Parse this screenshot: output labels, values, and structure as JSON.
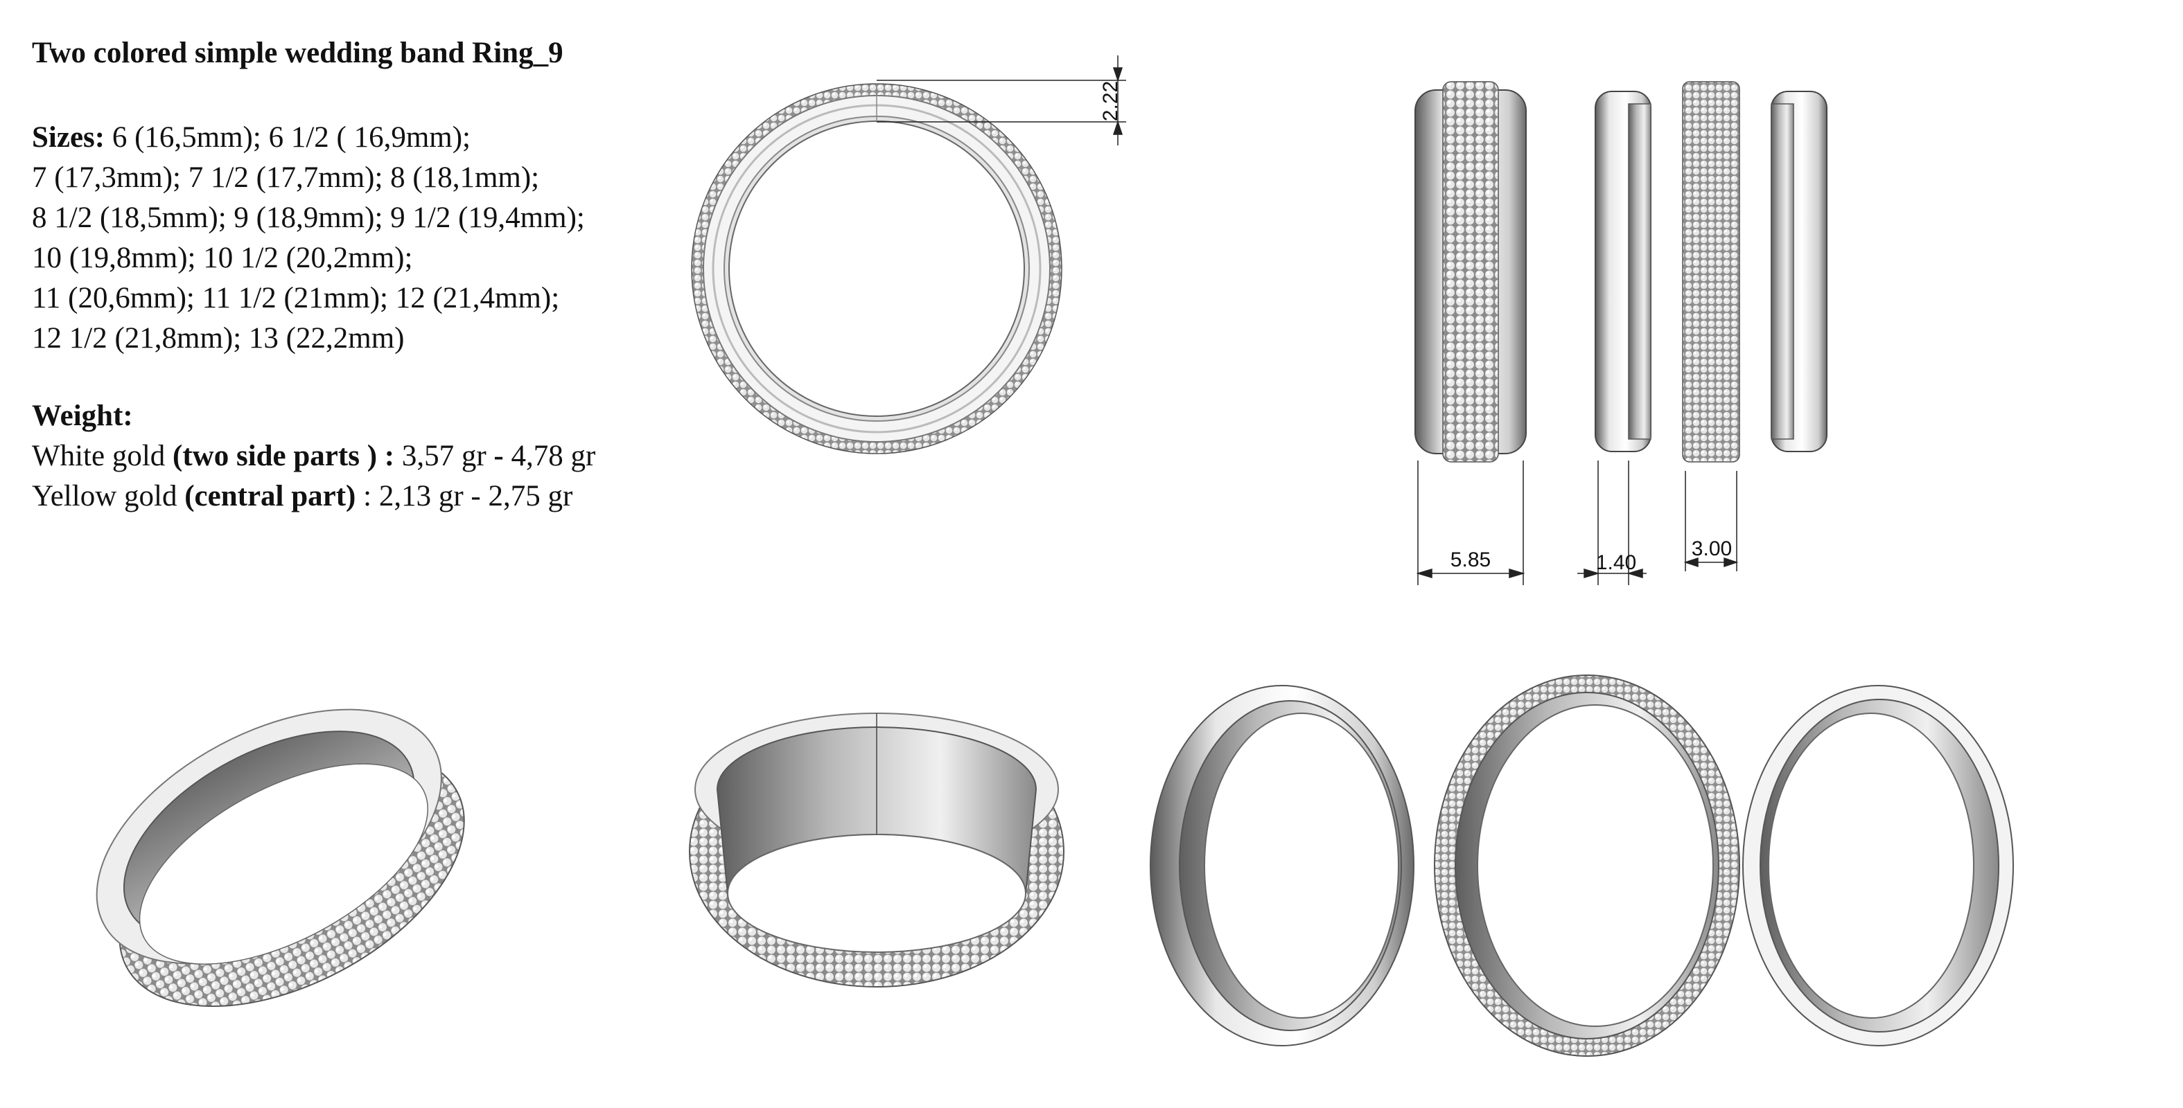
{
  "title": "Two colored simple wedding band Ring_9",
  "sizes": {
    "label": "Sizes:",
    "line1": "6 (16,5mm); 6 1/2 ( 16,9mm);",
    "line2": "7 (17,3mm); 7 1/2 (17,7mm); 8 (18,1mm);",
    "line3": "8 1/2 (18,5mm); 9 (18,9mm); 9 1/2 (19,4mm);",
    "line4": "10 (19,8mm); 10 1/2 (20,2mm);",
    "line5": "11 (20,6mm); 11 1/2 (21mm); 12 (21,4mm);",
    "line6": "12 1/2 (21,8mm); 13 (22,2mm)"
  },
  "weight": {
    "label": "Weight:",
    "white_prefix": "White gold ",
    "white_part": "(two side parts ) :",
    "white_value": " 3,57 gr ",
    "white_dash": "-",
    "white_value2": " 4,78 gr",
    "yellow_prefix": "Yellow gold ",
    "yellow_part": "(central part)",
    "yellow_value": " : 2,13 gr - 2,75 gr"
  },
  "dimensions": {
    "thickness": "2.22",
    "width": "5.85",
    "side_width": "1.40",
    "center_width": "3.00"
  },
  "colors": {
    "background": "#ffffff",
    "metal_light": "#f2f2f2",
    "metal_shadow": "#6a6a6a",
    "dim_line": "#222222"
  }
}
